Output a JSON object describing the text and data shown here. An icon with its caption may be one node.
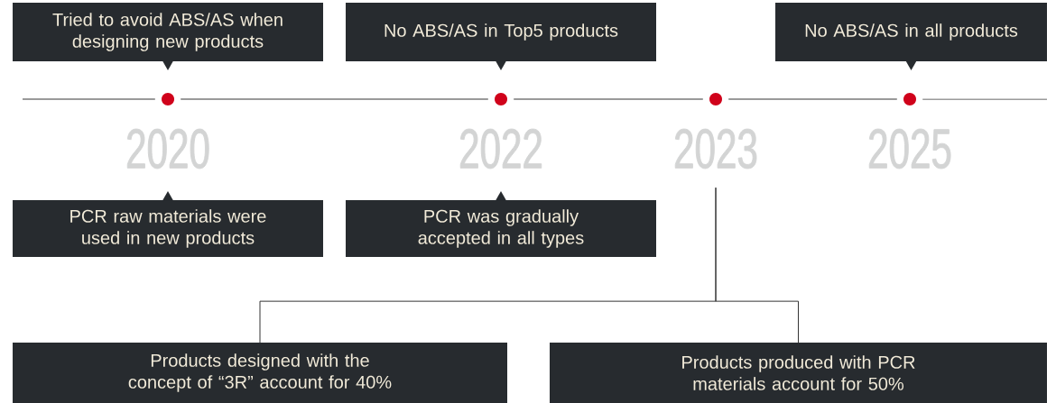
{
  "diagram": {
    "nodes": [
      {
        "text": [
          "Tried to avoid ABS/AS when designing new products"
        ]
      },
      {
        "text": [
          "No ABS/AS in Top5 products"
        ]
      },
      {
        "text": [
          "No ABS/AS in all products"
        ]
      },
      {
        "text": [],
        "shape": "circle"
      },
      {
        "text": [],
        "shape": "circle"
      },
      {
        "text": [],
        "shape": "circle"
      },
      {
        "text": [],
        "shape": "circle"
      },
      {
        "text": [
          "PCR raw materials were used in new products"
        ]
      },
      {
        "text": [
          "PCR was gradually accepted in all types"
        ]
      },
      {
        "text": [
          "2023"
        ]
      },
      {
        "text": [
          "Products designed with the concept of “3R” account for 40%"
        ]
      },
      {
        "text": [
          "Products produced with PCR materials account for 50%"
        ]
      }
    ],
    "edges": [
      {
        "from": null,
        "to": 3,
        "arrow": "none"
      },
      {
        "from": 3,
        "to": 4,
        "arrow": "none"
      },
      {
        "from": 4,
        "to": 5,
        "arrow": "none"
      },
      {
        "from": 5,
        "to": 6,
        "arrow": "none"
      },
      {
        "from": 6,
        "to": null,
        "arrow": "none"
      },
      {
        "from": 9,
        "to": 10,
        "arrow": "none"
      },
      {
        "from": 9,
        "to": 11,
        "arrow": "none"
      }
    ],
    "labels": [
      "2020",
      "2022",
      "2025"
    ]
  }
}
